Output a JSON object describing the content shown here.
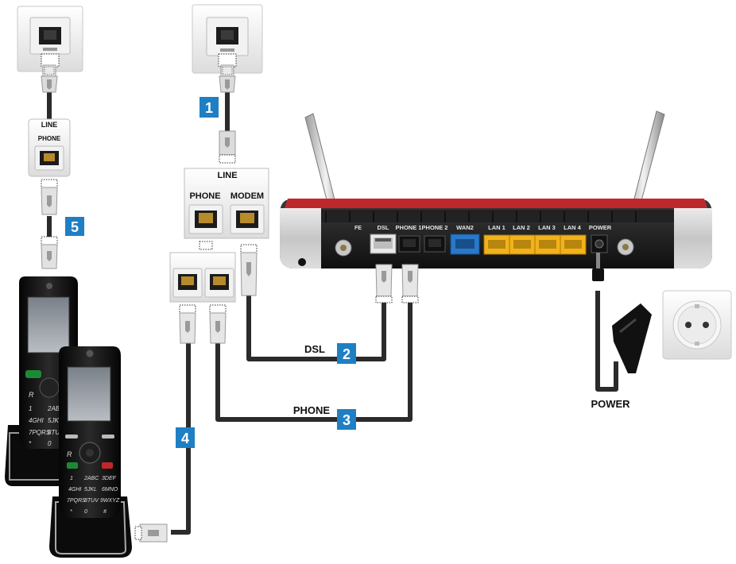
{
  "labels": {
    "splitter_left_line": "LINE",
    "splitter_left_phone": "PHONE",
    "splitter_center_line": "LINE",
    "splitter_center_phone": "PHONE",
    "splitter_center_modem": "MODEM",
    "cable_dsl": "DSL",
    "cable_phone": "PHONE",
    "power": "POWER"
  },
  "badges": {
    "b1": "1",
    "b2": "2",
    "b3": "3",
    "b4": "4",
    "b5": "5"
  },
  "router_ports": {
    "fe": "FE",
    "dsl": "DSL",
    "phone1": "PHONE 1",
    "phone2": "PHONE 2",
    "wan2": "WAN2",
    "lan1": "LAN 1",
    "lan2": "LAN 2",
    "lan3": "LAN 3",
    "lan4": "LAN 4",
    "power": "POWER"
  },
  "handset_keys": {
    "r": "R",
    "k1": "1",
    "k2": "2ABC",
    "k3": "3DEF",
    "k4": "4GHI",
    "k5": "5JKL",
    "k6": "6MNO",
    "k7": "7PQRS",
    "k8": "8TUV",
    "k9": "9WXYZ",
    "kstar": "*",
    "k0": "0",
    "khash": "#"
  },
  "colors": {
    "badge_blue": "#1f7fc4",
    "router_accent": "#c0272d",
    "lan_port": "#f2b21a",
    "wan_port": "#2a78c8",
    "cable": "#2b2b2b"
  }
}
